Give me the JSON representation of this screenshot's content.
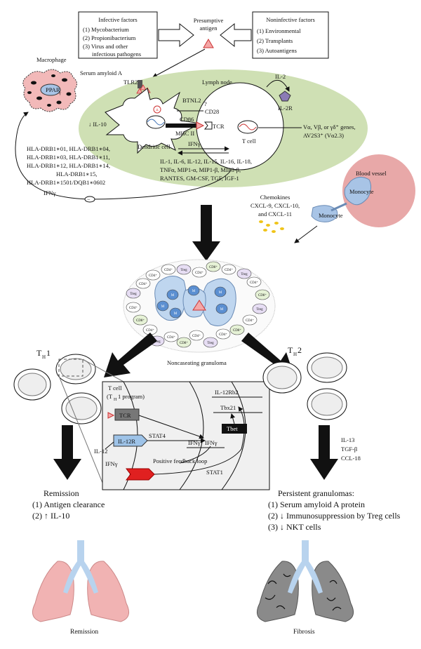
{
  "factors": {
    "infective_title": "Infective factors",
    "infective_items": [
      "(1) Mycobacterium",
      "(2) Propionibacterium",
      "(3) Virus and other",
      "infectious pathogens"
    ],
    "noninfective_title": "Noninfective factors",
    "noninfective_items": [
      "(1) Environmental",
      "(2) Transplants",
      "(3) Autoantigens"
    ],
    "antigen_label_1": "Presumptive",
    "antigen_label_2": "antigen"
  },
  "lymph": {
    "macrophage": "Macrophage",
    "ppar": "PPAR",
    "ppar_sub": "γ",
    "saa": "Serum amyloid A",
    "tlr2": "TLR2",
    "lymph_node": "Lymph node",
    "il2": "IL-2",
    "il2r": "IL-2R",
    "btnl2": "BTNL2",
    "question": "?",
    "cd28": "CD28",
    "cd86": "CD86",
    "tcr": "TCR",
    "mhc2": "MHC II",
    "il10": "↓ IL-10",
    "dendritic": "Dendritic cell",
    "tcell": "T cell",
    "ifng": "IFNγ",
    "vgenes_1": "Vα, Vβ, or γδ⁺ genes,",
    "vgenes_2": "AV2S3⁺ (Vα2.3)",
    "hla": [
      "HLA-DRB1∗01, HLA-DRB1∗04,",
      "HLA-DRB1∗03, HLA-DRB1∗11,",
      "HLA-DRB1∗12, HLA-DRB1∗14,",
      "HLA-DRB1∗15,",
      "HLA-DRB1∗1501/DQB1∗0602"
    ],
    "cytokines": [
      "IL-1, IL-6, IL-12, IL-15, IL-16, IL-18,",
      "TNFα, MIP1-α, MIP1-β, MIP3-β,",
      "RANTES, GM-CSF, TGF, IGF-1"
    ],
    "ifng_bottom": "IFNγ",
    "minus": "−"
  },
  "vessel": {
    "blood_vessel": "Blood vessel",
    "monocyte_1": "Monocyte",
    "monocyte_2": "Monocyte",
    "chemokines": [
      "Chemokines",
      "CXCL-9, CXCL-10,",
      "and CXCL-11"
    ]
  },
  "granuloma": {
    "label": "Noncaseating granuloma",
    "m": "M",
    "cd4": "CD4⁺",
    "cd8": "CD8⁺",
    "treg": "Treg"
  },
  "th1": {
    "title": "T",
    "sub": "H",
    "num": "1",
    "inset_title_1": "T cell",
    "inset_title_2": "(T",
    "inset_title_3": "1 program)",
    "tcr": "TCR",
    "il12r": "IL-12R",
    "stat4": "STAT4",
    "il12": "IL-12",
    "ifng_cell": "IFNγ",
    "ifng_out": "IFNγ",
    "feedback": "Positive feedback loop",
    "stat1": "STAT1",
    "tbet": "Tbet",
    "il12rb2": "IL-12Rb2",
    "tbx21": "Tbx21",
    "ifng_gene": "IFNγ",
    "remission_title": "Remission",
    "remission_items": [
      "(1) Antigen clearance",
      "(2) ↑ IL-10"
    ],
    "lung_label": "Remission"
  },
  "th2": {
    "title": "T",
    "sub": "H",
    "num": "2",
    "cytokines": [
      "IL-13",
      "TGF-β",
      "CCL-18"
    ],
    "persist_title": "Persistent granulomas:",
    "persist_items": [
      "(1) Serum amyloid A protein",
      "(2) ↓ Immunosuppression by Treg cells",
      "(3) ↓ NKT cells"
    ],
    "lung_label": "Fibrosis"
  },
  "colors": {
    "lymph_fill": "#cfe0b4",
    "macrophage_fill": "#f2b9b9",
    "antigen_fill": "#f4a7a7",
    "blood_fill": "#e8a8a8",
    "monocyte_fill": "#a8c4e6",
    "lung_pink": "#f1b3b3",
    "lung_gray": "#8a8a8a",
    "bronchi": "#b8d3ee",
    "stat_blue": "#9ec3e8",
    "red_receptor": "#e02020"
  }
}
